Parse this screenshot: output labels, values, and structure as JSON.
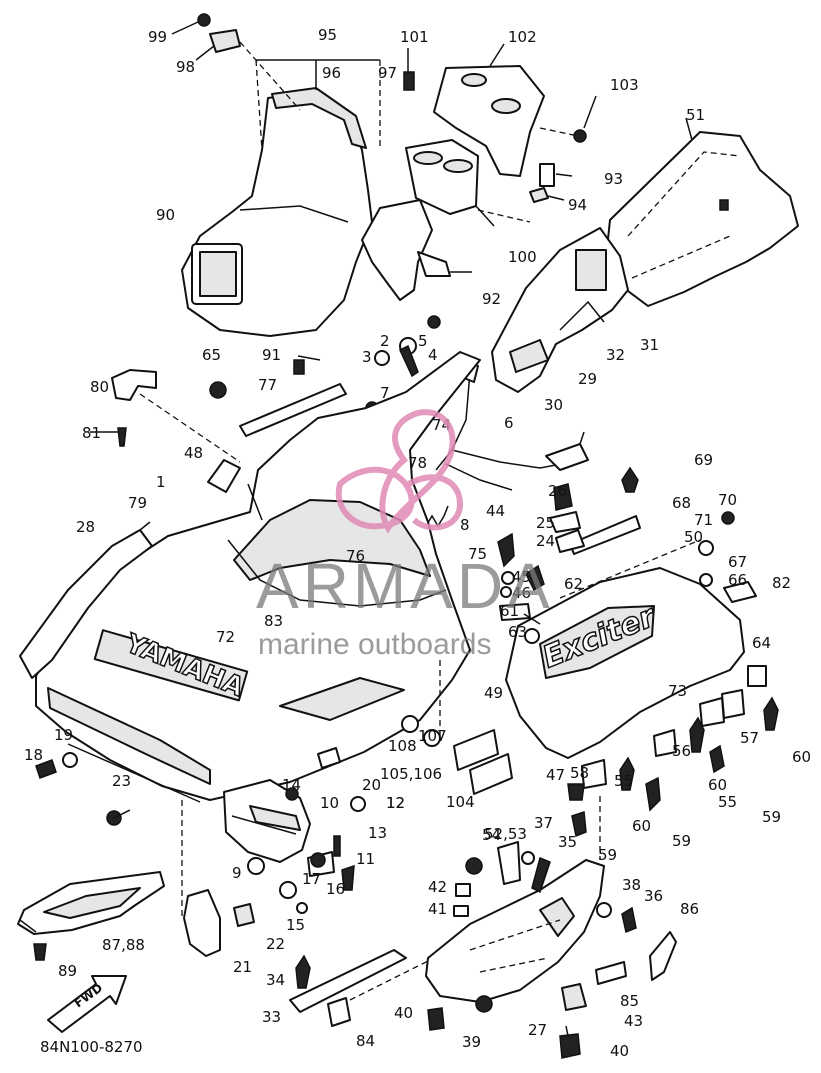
{
  "diagram": {
    "drawing_code": "84N100-8270",
    "part_numbers": [
      "99",
      "98",
      "95",
      "96",
      "97",
      "101",
      "102",
      "103",
      "93",
      "94",
      "51",
      "90",
      "100",
      "92",
      "5",
      "2",
      "4",
      "3",
      "91",
      "65",
      "80",
      "77",
      "7",
      "6",
      "81",
      "74",
      "31",
      "32",
      "29",
      "30",
      "48",
      "78",
      "69",
      "26",
      "68",
      "70",
      "1",
      "79",
      "28",
      "8",
      "44",
      "25",
      "24",
      "71",
      "50",
      "67",
      "66",
      "82",
      "76",
      "75",
      "45",
      "46",
      "61",
      "62",
      "63",
      "72",
      "83",
      "64",
      "73",
      "49",
      "18",
      "19",
      "108",
      "107",
      "105,106",
      "104",
      "47",
      "58",
      "56",
      "55",
      "55",
      "57",
      "60",
      "60",
      "60",
      "59",
      "59",
      "59",
      "23",
      "14",
      "20",
      "10",
      "12",
      "52,53",
      "54",
      "37",
      "35",
      "13",
      "9",
      "11",
      "17",
      "16",
      "12",
      "38",
      "36",
      "42",
      "41",
      "86",
      "15",
      "22",
      "87,88",
      "21",
      "89",
      "34",
      "85",
      "33",
      "84",
      "40",
      "39",
      "27",
      "43",
      "40"
    ],
    "fwd_label": "FWD",
    "cowling_text": "YAMAHA",
    "model_badge": "Exciter"
  },
  "watermark": {
    "brand": "ARMADA",
    "tagline": "marine outboards",
    "color": "#7a7a7a",
    "logo_color": "#e08ab5"
  }
}
